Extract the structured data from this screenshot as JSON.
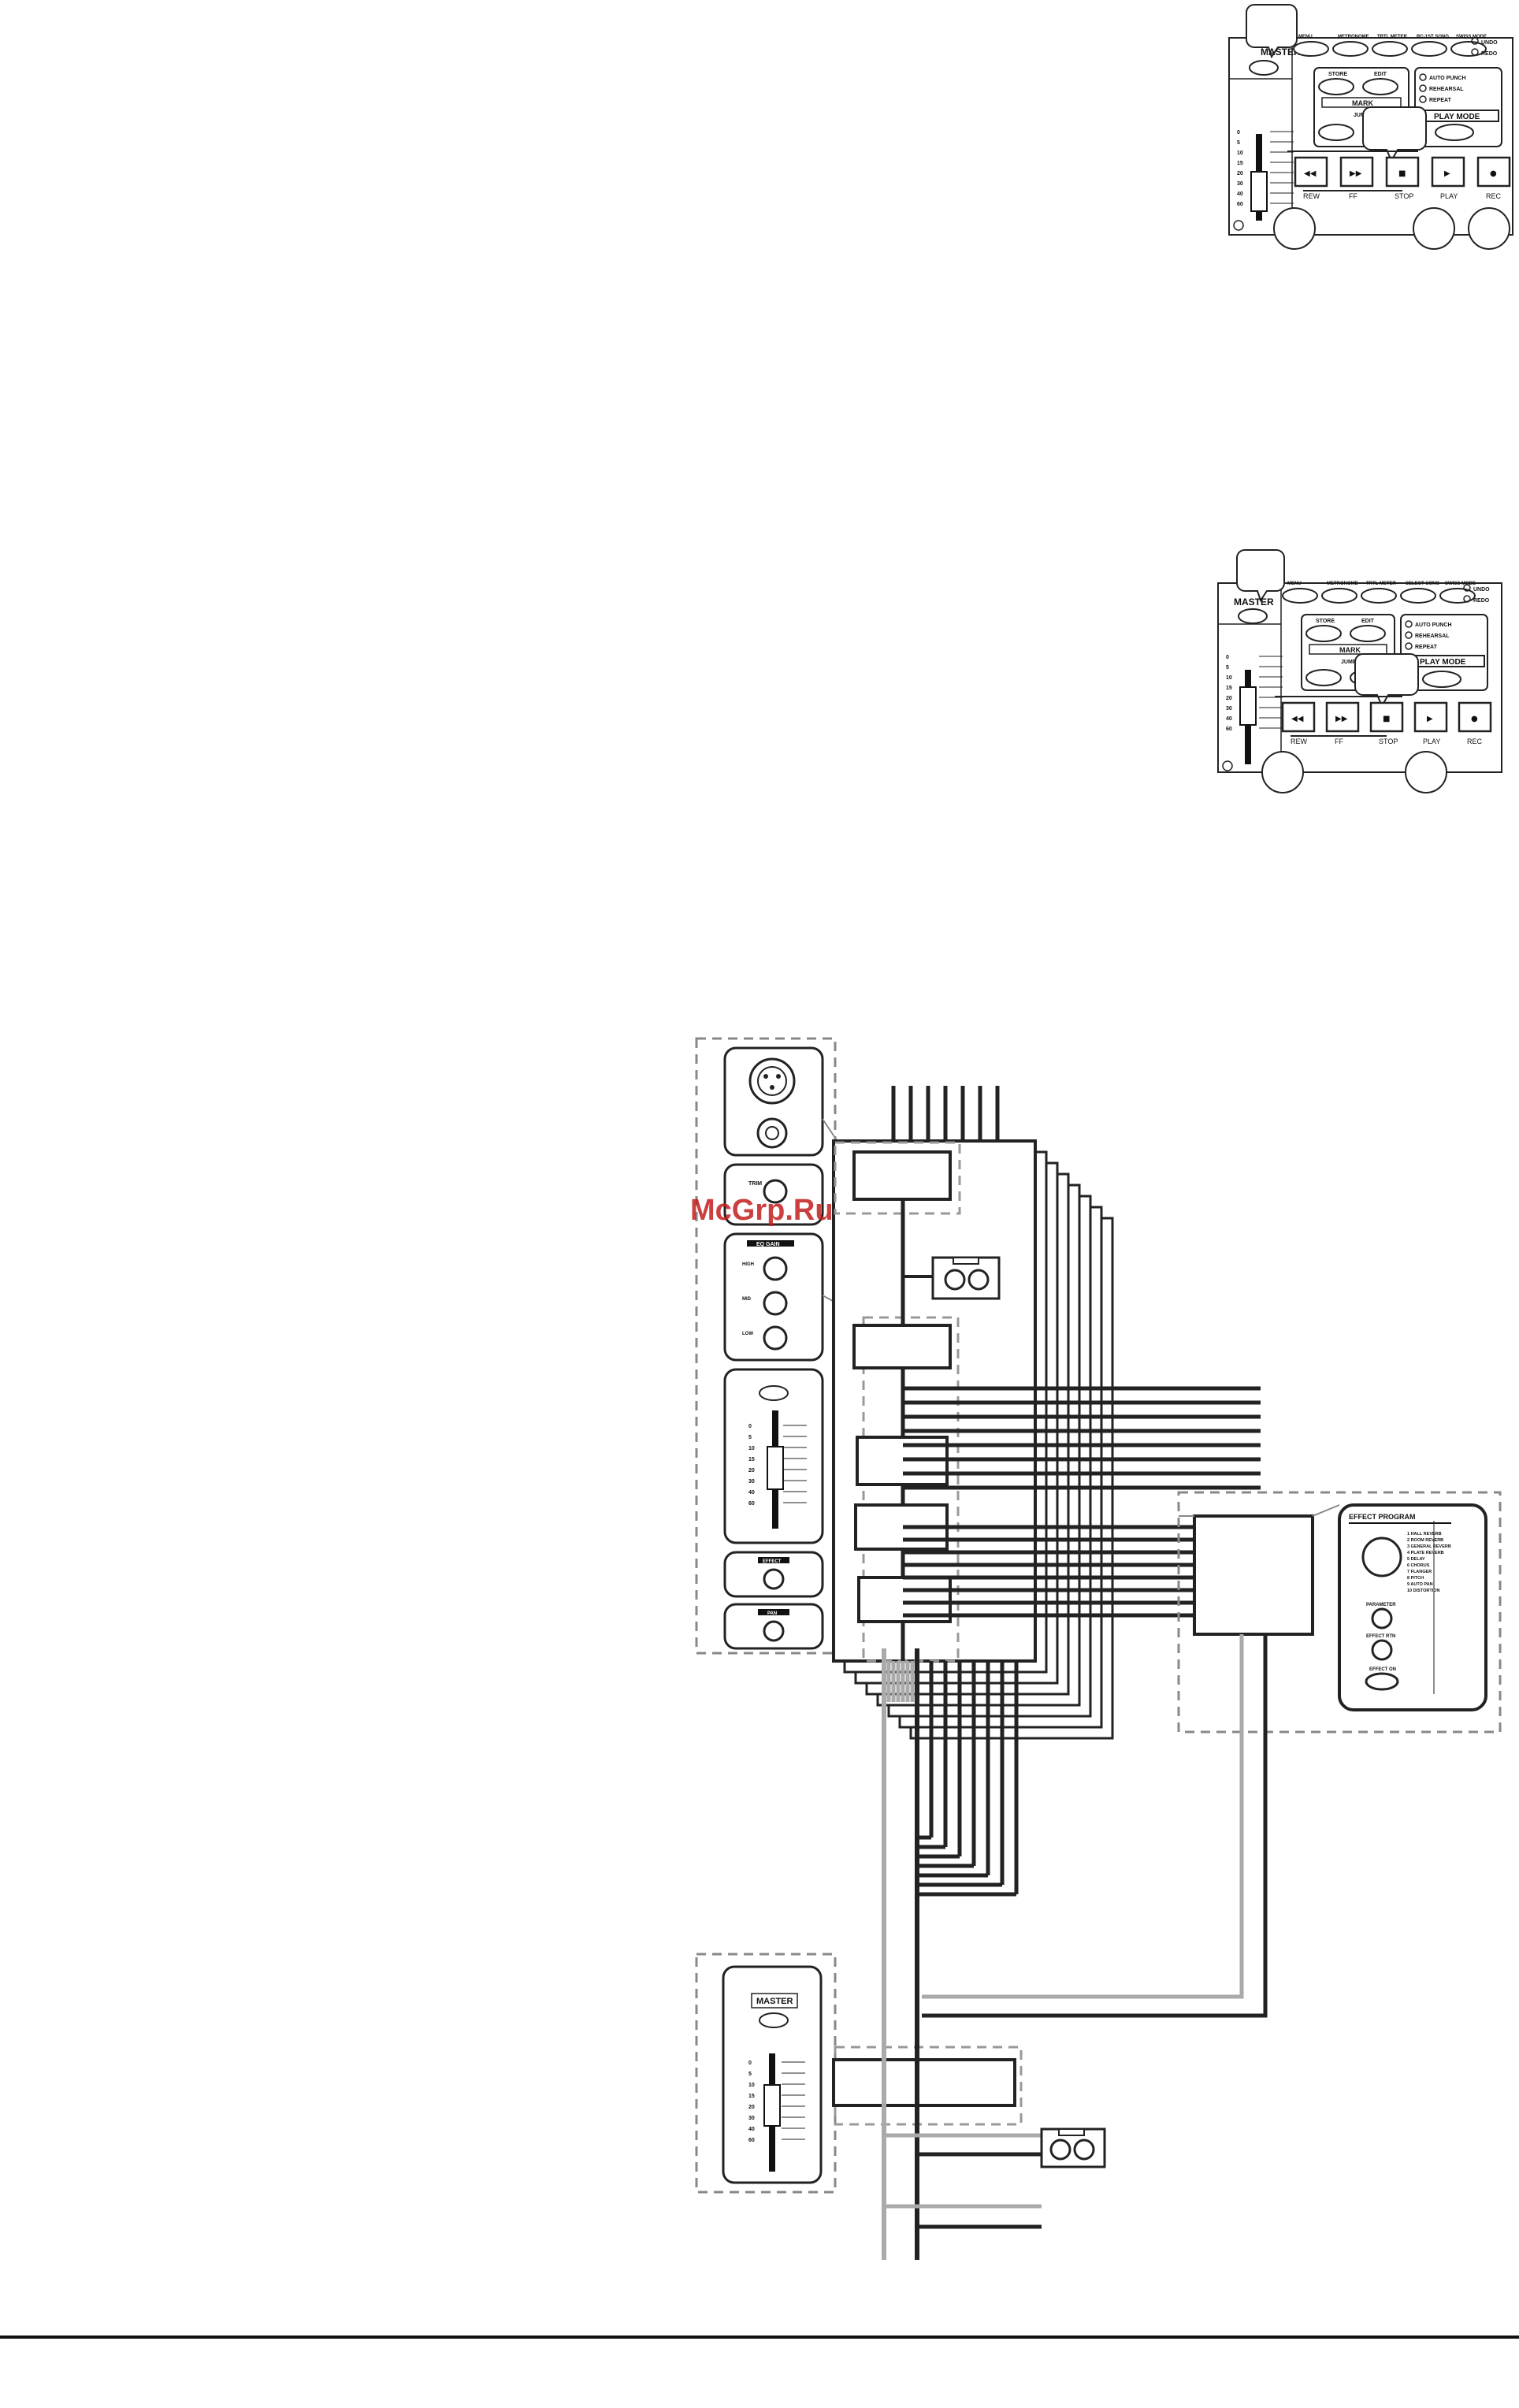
{
  "panel_top": {
    "master_label": "MASTER",
    "menu_buttons": [
      "MENU",
      "METRONOME",
      "TRTL METER",
      "RC-1ST SONG",
      "SWISS MODE"
    ],
    "indicators": [
      "UNDO",
      "REDO"
    ],
    "mode_indicators": [
      "AUTO PUNCH",
      "REHEARSAL",
      "REPEAT"
    ],
    "store_label": "STORE",
    "edit_label": "EDIT",
    "mark_label": "MARK",
    "jump_label": "JUMP",
    "play_mode_label": "PLAY MODE",
    "transport": [
      "REW",
      "FF",
      "STOP",
      "PLAY",
      "REC"
    ],
    "fader_scale": [
      "0",
      "5",
      "10",
      "15",
      "20",
      "30",
      "40",
      "60"
    ]
  },
  "panel_middle": {
    "master_label": "MASTER",
    "menu_buttons": [
      "MENU",
      "METRONOME",
      "TRTL METER",
      "SELECT SONG",
      "SWISS MODE"
    ],
    "indicators": [
      "UNDO",
      "REDO"
    ],
    "mode_indicators": [
      "AUTO PUNCH",
      "REHEARSAL",
      "REPEAT"
    ],
    "store_label": "STORE",
    "edit_label": "EDIT",
    "mark_label": "MARK",
    "jump_label": "JUMP",
    "play_mode_label": "PLAY MODE",
    "transport": [
      "REW",
      "FF",
      "STOP",
      "PLAY",
      "REC"
    ],
    "fader_scale": [
      "0",
      "5",
      "10",
      "15",
      "20",
      "30",
      "40",
      "60"
    ]
  },
  "signal_flow": {
    "watermark": "McGrp.Ru",
    "channel_strip": {
      "trim_label": "TRIM",
      "eq_label": "EQ GAIN",
      "eq_bands": [
        "HIGH",
        "MID",
        "LOW"
      ],
      "effect_label": "EFFECT",
      "pan_label": "PAN",
      "fader_scale": [
        "0",
        "5",
        "10",
        "15",
        "20",
        "30",
        "40",
        "60"
      ]
    },
    "effect_panel": {
      "title": "EFFECT PROGRAM",
      "programs": [
        "1 HALL REVERB",
        "2 ROOM REVERB",
        "3 GENERAL REVERB",
        "4 PLATE REVERB",
        "5 DELAY",
        "6 CHORUS",
        "7 FLANGER",
        "8 PITCH",
        "9 AUTO PAN",
        "10 DISTORTION"
      ],
      "parameter_label": "PARAMETER",
      "effect_rtn_label": "EFFECT RTN",
      "effect_on_label": "EFFECT ON"
    },
    "master_section": {
      "master_label": "MASTER",
      "fader_scale": [
        "0",
        "5",
        "10",
        "15",
        "20",
        "30",
        "40",
        "60"
      ]
    }
  }
}
